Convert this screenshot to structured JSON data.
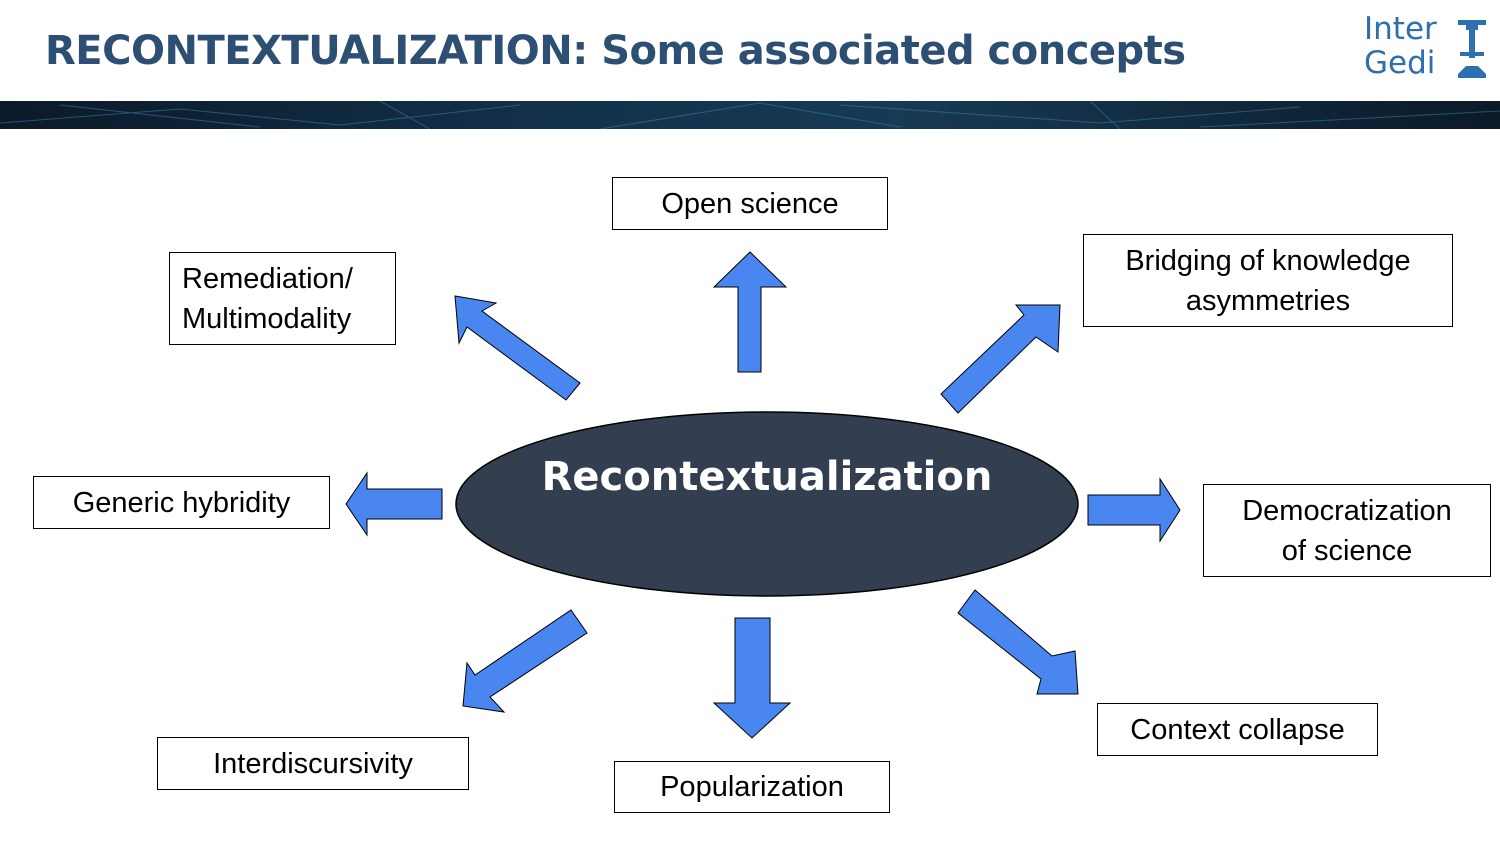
{
  "header": {
    "title": "RECONTEXTUALIZATION: Some associated concepts",
    "logo": {
      "line1": "Inter",
      "line2": "Gedi",
      "mark_icon": "intergedi-logo-icon"
    }
  },
  "diagram": {
    "center": {
      "label": "Recontextualization"
    },
    "concepts": [
      {
        "id": "open-science",
        "label": "Open science"
      },
      {
        "id": "remediation",
        "label": "Remediation/\nMultimodality"
      },
      {
        "id": "bridging",
        "label": "Bridging of knowledge\nasymmetries"
      },
      {
        "id": "generic-hybridity",
        "label": "Generic hybridity"
      },
      {
        "id": "democratization",
        "label": "Democratization\nof science"
      },
      {
        "id": "interdiscursivity",
        "label": "Interdiscursivity"
      },
      {
        "id": "popularization",
        "label": "Popularization"
      },
      {
        "id": "context-collapse",
        "label": "Context collapse"
      }
    ],
    "colors": {
      "ellipse_fill": "#333f50",
      "arrow_fill": "#4a86f0",
      "title_color": "#2d4f73",
      "logo_color": "#2e6fb0",
      "banner_color": "#0d2233"
    }
  }
}
